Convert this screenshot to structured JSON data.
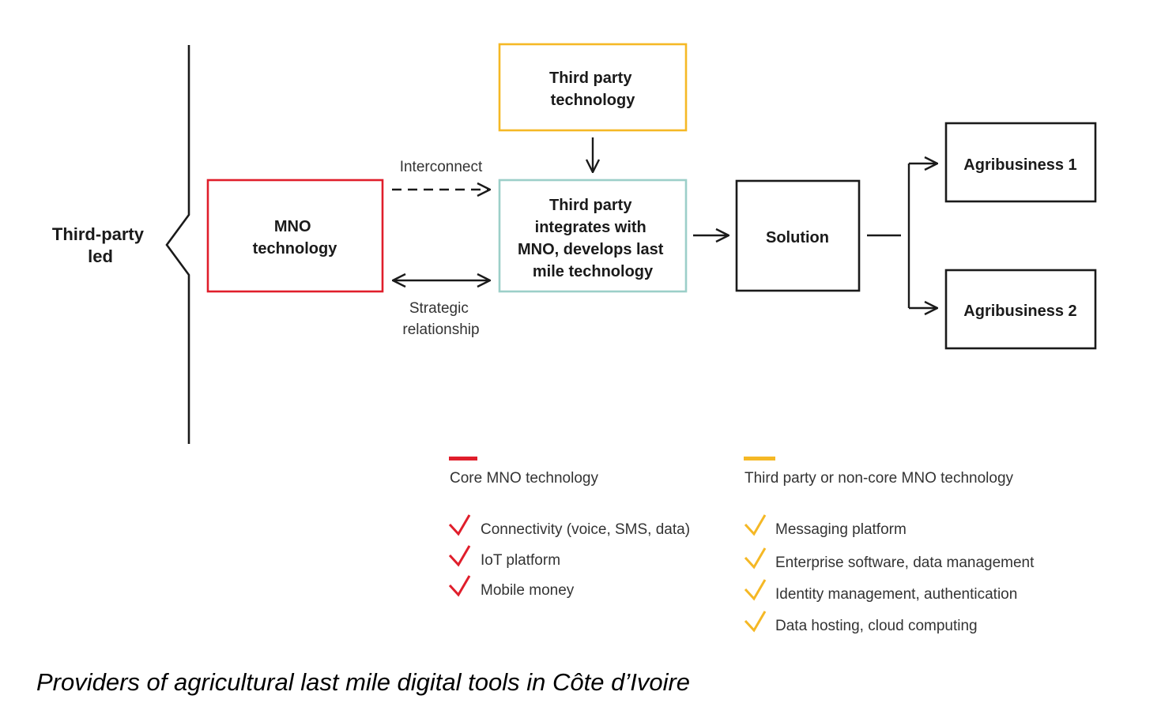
{
  "colors": {
    "core_mno": "#e01e2b",
    "third_party": "#f5b825",
    "integration": "#9ccfc9",
    "ink": "#1a1a1a"
  },
  "bracket_label": [
    "Third-party",
    "led"
  ],
  "nodes": {
    "mno_technology": {
      "lines": [
        "MNO",
        "technology"
      ]
    },
    "third_party_technology": {
      "lines": [
        "Third party",
        "technology"
      ]
    },
    "third_party_integrates": {
      "lines": [
        "Third party",
        "integrates with",
        "MNO, develops last",
        "mile technology"
      ]
    },
    "solution": {
      "lines": [
        "Solution"
      ]
    },
    "agribusiness_1": {
      "lines": [
        "Agribusiness 1"
      ]
    },
    "agribusiness_2": {
      "lines": [
        "Agribusiness 2"
      ]
    }
  },
  "edges": {
    "interconnect": {
      "label": [
        "Interconnect"
      ]
    },
    "strategic_relationship": {
      "label": [
        "Strategic",
        "relationship"
      ]
    }
  },
  "legend": {
    "core": {
      "title": "Core MNO technology",
      "items": [
        "Connectivity (voice, SMS, data)",
        "IoT platform",
        "Mobile money"
      ]
    },
    "third_party": {
      "title": "Third party or non-core MNO technology",
      "items": [
        "Messaging platform",
        "Enterprise software, data management",
        "Identity management, authentication",
        "Data hosting, cloud computing"
      ]
    }
  },
  "caption": "Providers of agricultural last mile digital tools in Côte d’Ivoire"
}
